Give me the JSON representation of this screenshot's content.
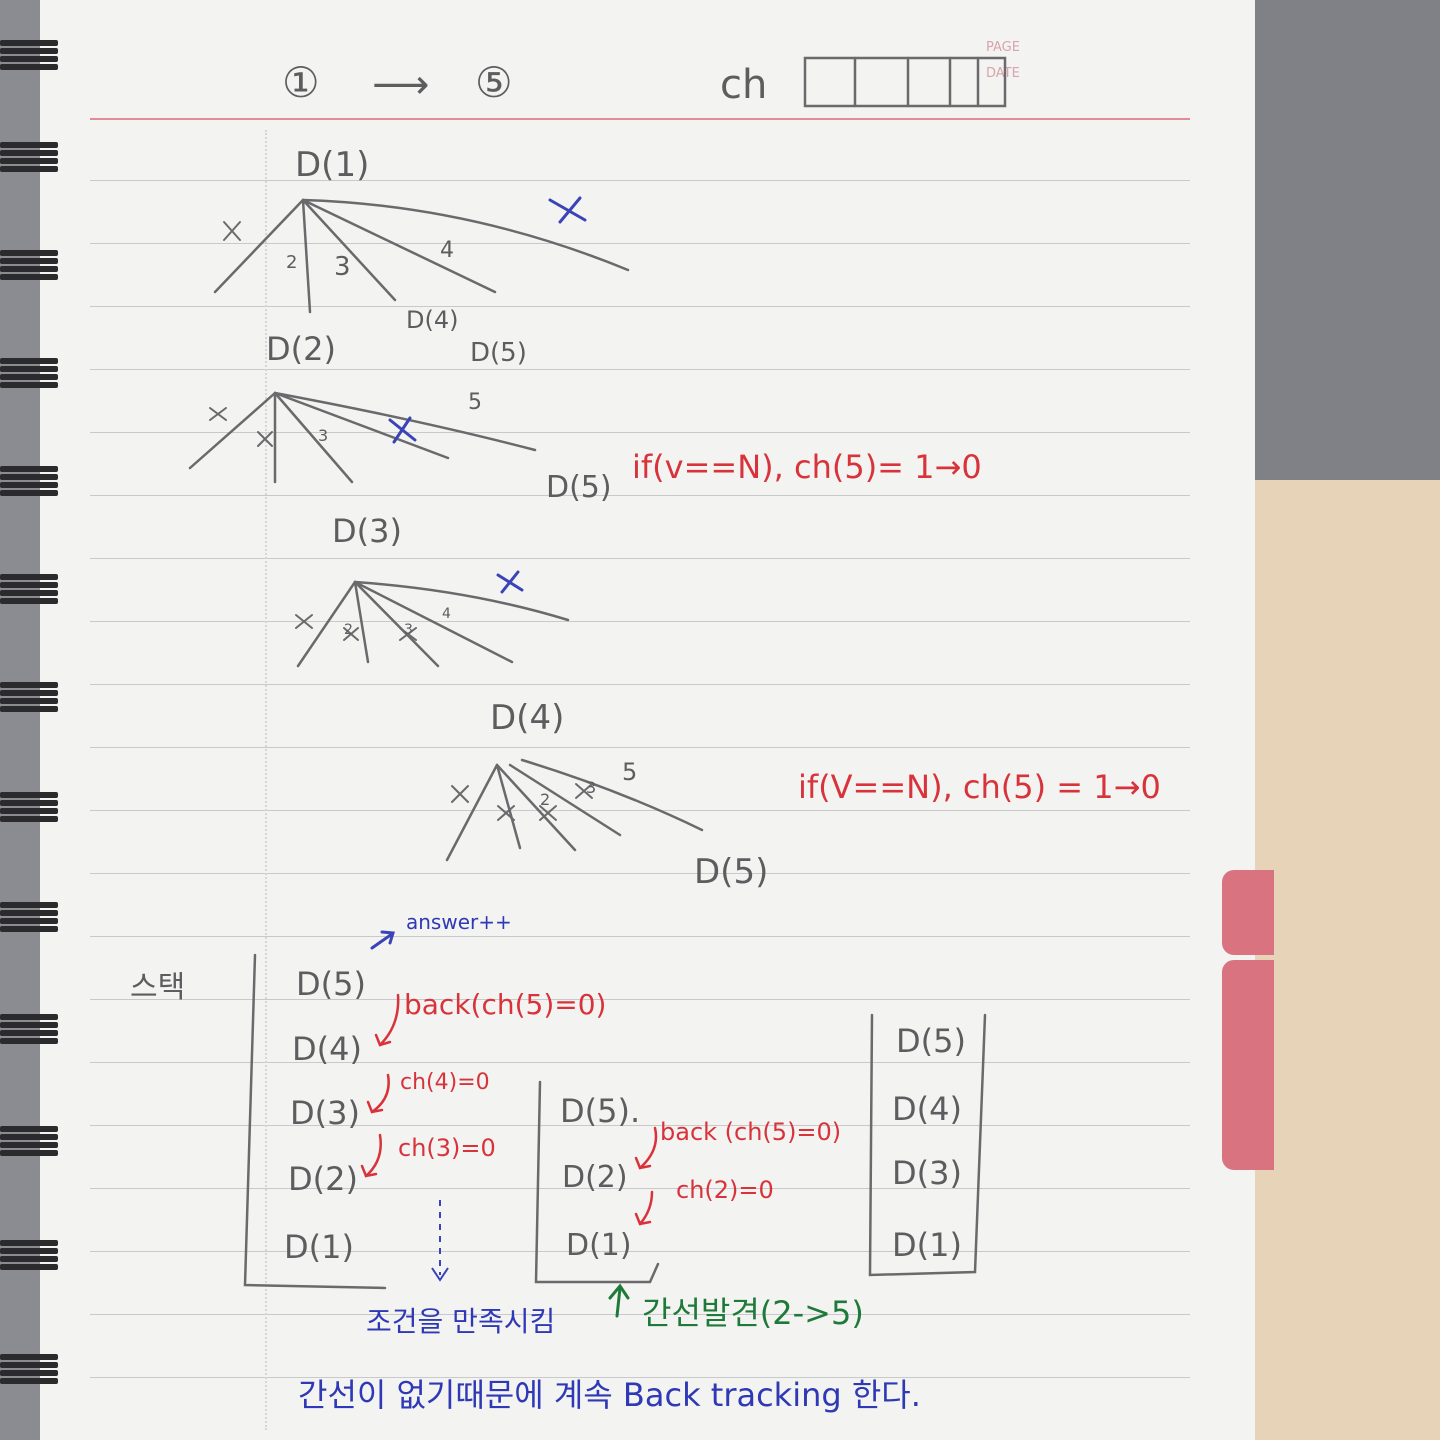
{
  "header": {
    "start_node": "①",
    "end_node": "⑤",
    "arrow": "⟶",
    "ch_label": "ch",
    "page_label": "PAGE",
    "date_label": "DATE"
  },
  "trees": [
    {
      "root": "D(1)",
      "branch_labels": [
        "2",
        "3",
        "4"
      ],
      "children": [
        "D(2)",
        "D(4)",
        "D(5)"
      ]
    },
    {
      "root": "D(2)",
      "branch_labels": [
        "3",
        "5"
      ],
      "child": "D(5)",
      "note": "if(v==N), ch(5)= 1→0"
    },
    {
      "root": "D(3)",
      "branch_labels": [
        "2",
        "3",
        "4"
      ]
    },
    {
      "root": "D(4)",
      "branch_labels": [
        "2",
        "3",
        "5"
      ],
      "child": "D(5)",
      "note": "if(V==N), ch(5) = 1→0"
    }
  ],
  "stack": {
    "label": "스택",
    "answer_note": "answer++",
    "col1": [
      "D(5)",
      "D(4)",
      "D(3)",
      "D(2)",
      "D(1)"
    ],
    "col1_notes": [
      "back(ch(5)=0)",
      "ch(4)=0",
      "ch(3)=0"
    ],
    "col1_caption": "조건을 만족시킴",
    "col2": [
      "D(5).",
      "D(2)",
      "D(1)"
    ],
    "col2_notes": [
      "back (ch(5)=0)",
      "ch(2)=0"
    ],
    "col2_caption": "간선발견(2->5)",
    "col3": [
      "D(5)",
      "D(4)",
      "D(3)",
      "D(1)"
    ]
  },
  "footer": "간선이 없기때문에 계속 Back tracking 한다."
}
